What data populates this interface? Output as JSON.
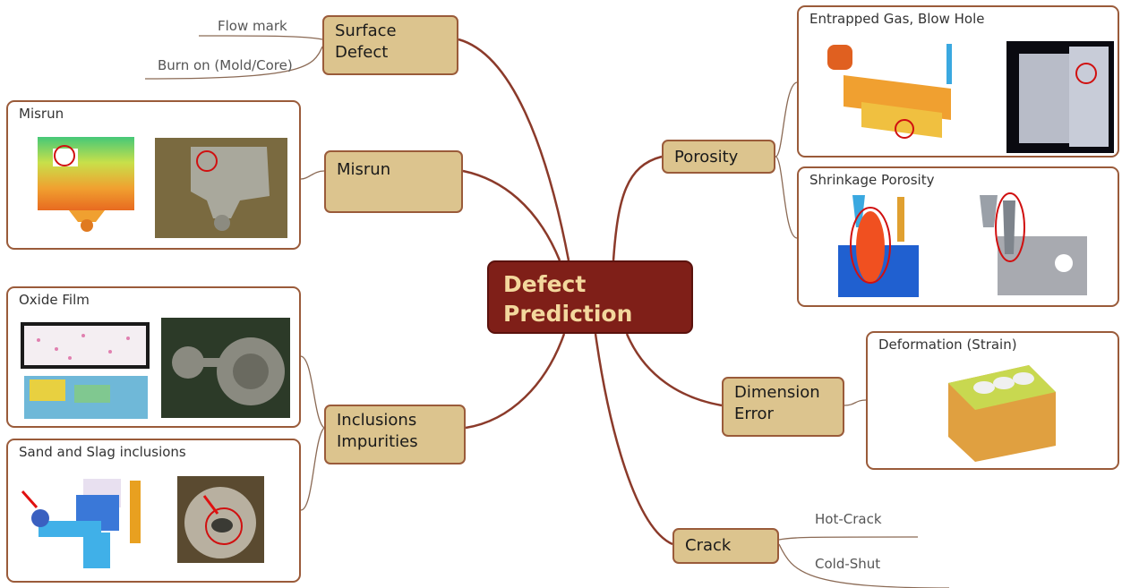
{
  "central": {
    "line1": "Defect",
    "line2": "Prediction"
  },
  "branches": {
    "surface_defect": {
      "line1": "Surface",
      "line2": "Defect",
      "leaves": [
        "Flow mark",
        "Burn on (Mold/Core)"
      ]
    },
    "misrun": {
      "label": "Misrun",
      "card_title": "Misrun"
    },
    "inclusions": {
      "line1": "Inclusions",
      "line2": "Impurities",
      "card_titles": [
        "Oxide Film",
        "Sand and Slag inclusions"
      ]
    },
    "porosity": {
      "label": "Porosity",
      "card_titles": [
        "Entrapped Gas, Blow Hole",
        "Shrinkage Porosity"
      ]
    },
    "dimension_error": {
      "line1": "Dimension",
      "line2": "Error",
      "card_title": "Deformation (Strain)"
    },
    "crack": {
      "label": "Crack",
      "leaves": [
        "Hot-Crack",
        "Cold-Shut"
      ]
    }
  },
  "colors": {
    "branch_line": "#8b3a2a",
    "node_fill": "#dcc48e",
    "central_fill": "#7f1f18",
    "central_text": "#f3d89d",
    "highlight": "#d01010"
  }
}
